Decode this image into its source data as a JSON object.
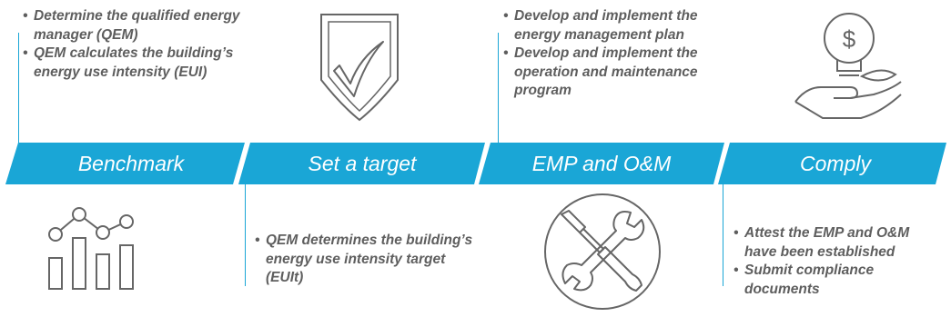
{
  "colors": {
    "banner": "#1aa6d6",
    "text": "#5e5e5e",
    "icon_stroke": "#666666"
  },
  "steps": [
    {
      "label": "Benchmark",
      "bullets": [
        "Determine the qualified energy manager (QEM)",
        "QEM calculates the building’s energy use intensity (EUI)"
      ],
      "icon": "bar-chart-trend-icon"
    },
    {
      "label": "Set a target",
      "bullets": [
        "QEM determines the building’s energy use intensity target (EUIt)"
      ],
      "icon": "shield-check-icon"
    },
    {
      "label": "EMP and O&M",
      "bullets": [
        "Develop and implement the energy management plan",
        "Develop and implement the operation and maintenance program"
      ],
      "icon": "wrench-screwdriver-icon"
    },
    {
      "label": "Comply",
      "bullets": [
        "Attest the EMP and O&M have been established",
        "Submit compliance documents"
      ],
      "icon": "hand-dollar-bulb-icon"
    }
  ]
}
